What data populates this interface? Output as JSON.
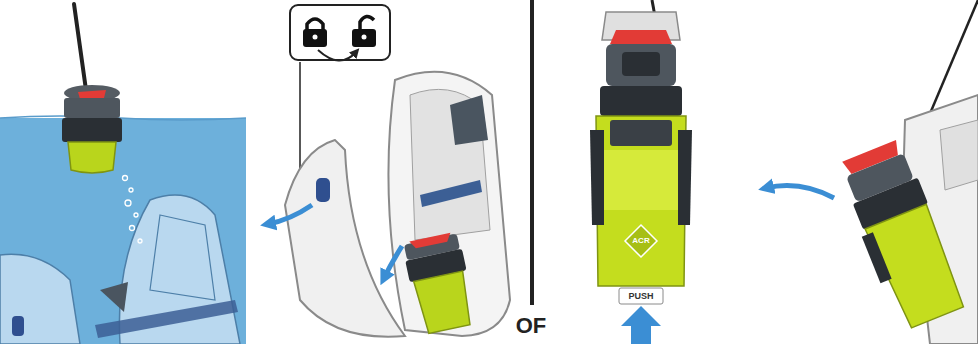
{
  "diagram": {
    "labels": [
      "ACR",
      "PUSH",
      "OF"
    ]
  }
}
